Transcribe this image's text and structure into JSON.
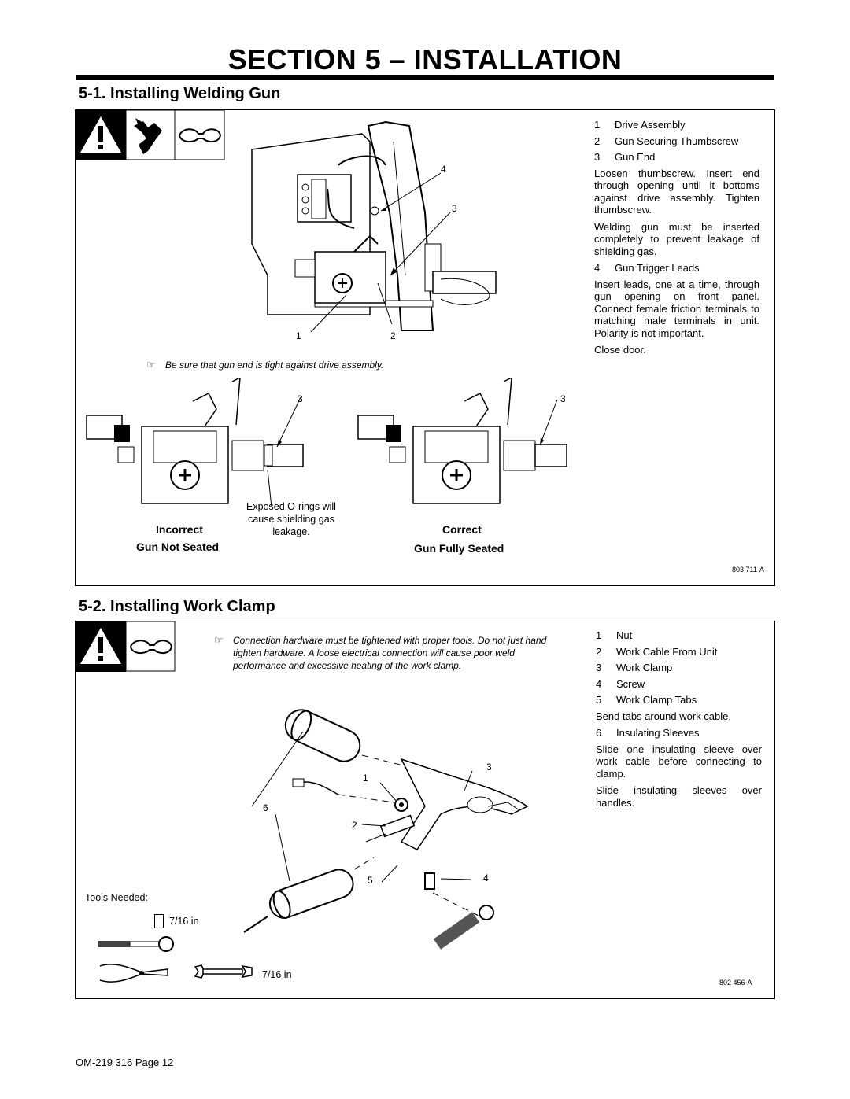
{
  "section_title": "SECTION 5 – INSTALLATION",
  "s1": {
    "heading": "5-1.   Installing Welding Gun",
    "legend": [
      {
        "num": "1",
        "label": "Drive Assembly"
      },
      {
        "num": "2",
        "label": "Gun Securing Thumbscrew"
      },
      {
        "num": "3",
        "label": "Gun End"
      }
    ],
    "para1": "Loosen thumbscrew. Insert end through opening until it bottoms against drive assembly. Tighten thumbscrew.",
    "para2": "Welding gun must be inserted completely to prevent leakage of shielding gas.",
    "legend4": {
      "num": "4",
      "label": "Gun Trigger Leads"
    },
    "para3": "Insert leads, one at a time, through gun opening on front panel. Connect female friction terminals to matching male terminals in unit. Polarity is not important.",
    "para4": "Close door.",
    "note": "Be sure that gun end is tight against drive assembly.",
    "callouts": {
      "c4": "4",
      "c3": "3",
      "c1": "1",
      "c2": "2",
      "c3a": "3",
      "c3b": "3"
    },
    "oring_note": "Exposed O-rings will cause shielding gas leakage.",
    "incorrect_label": "Incorrect",
    "gun_not_seated": "Gun Not Seated",
    "correct_label": "Correct",
    "gun_fully_seated": "Gun Fully Seated",
    "fig_id": "803 711-A"
  },
  "s2": {
    "heading": "5-2.   Installing Work Clamp",
    "note": "Connection hardware must be tightened with proper tools. Do not just hand tighten hardware. A loose electrical connection will cause poor weld performance and excessive heating of the work clamp.",
    "legend": [
      {
        "num": "1",
        "label": "Nut"
      },
      {
        "num": "2",
        "label": "Work Cable From Unit"
      },
      {
        "num": "3",
        "label": "Work Clamp"
      },
      {
        "num": "4",
        "label": "Screw"
      },
      {
        "num": "5",
        "label": "Work Clamp Tabs"
      }
    ],
    "para1": "Bend tabs around work cable.",
    "legend6": {
      "num": "6",
      "label": "Insulating Sleeves"
    },
    "para2": "Slide one insulating sleeve over work cable before connecting to clamp.",
    "para3": "Slide insulating sleeves over handles.",
    "callouts": {
      "c1": "1",
      "c2": "2",
      "c3": "3",
      "c4": "4",
      "c5": "5",
      "c6": "6"
    },
    "tools_needed": "Tools Needed:",
    "socket_size": "7/16 in",
    "wrench_size": "7/16 in",
    "fig_id": "802 456-A"
  },
  "footer": "OM-219 316 Page 12"
}
